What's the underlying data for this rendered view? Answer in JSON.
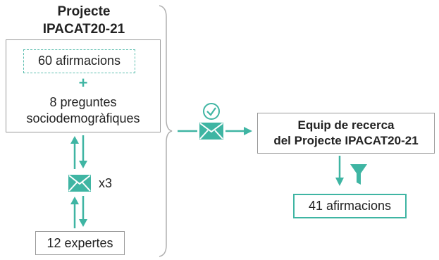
{
  "project": {
    "title_line1": "Projecte",
    "title_line2": "IPACAT20-21",
    "statements": "60 afirmacions",
    "plus": "+",
    "questions_line1": "8 preguntes",
    "questions_line2": "sociodemogràfiques"
  },
  "exchange": {
    "rounds": "x3",
    "experts": "12 expertes"
  },
  "team": {
    "line1": "Equip de recerca",
    "line2": "del Projecte IPACAT20-21"
  },
  "result": {
    "statements": "41 afirmacions"
  },
  "icons": {
    "mail": "envelope-icon",
    "approval": "check-circle-icon",
    "filter": "funnel-icon",
    "brace": "right-brace"
  },
  "colors": {
    "accent": "#3fb5a3",
    "border": "#9a9a9a",
    "brace": "#b0b0b0",
    "text": "#222222"
  }
}
